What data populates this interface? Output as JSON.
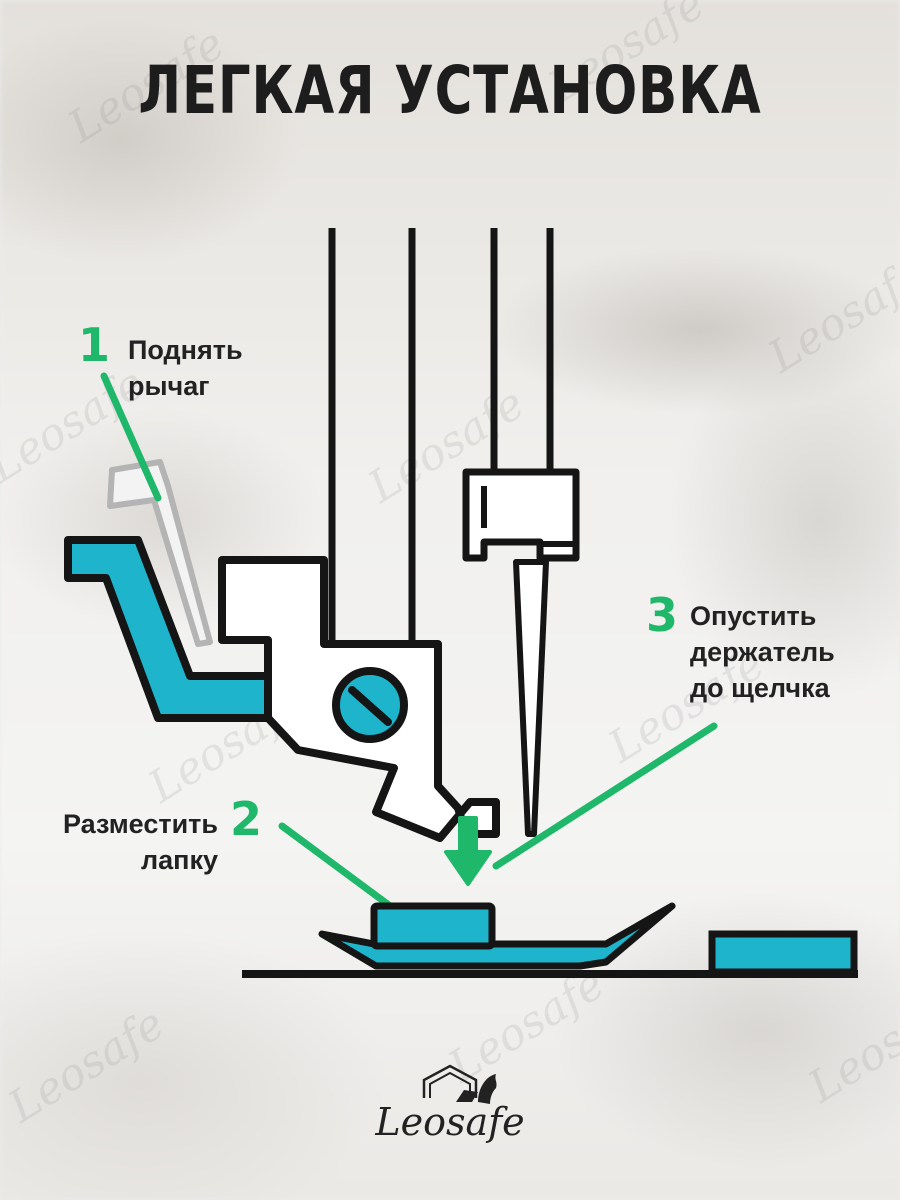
{
  "title": "ЛЕГКАЯ УСТАНОВКА",
  "steps": [
    {
      "number": "1",
      "line1": "Поднять",
      "line2": "рычаг"
    },
    {
      "number": "2",
      "line1": "Разместить",
      "line2": "лапку"
    },
    {
      "number": "3",
      "line1": "Опустить",
      "line2": "держатель",
      "line3": "до щелчка"
    }
  ],
  "brand": "Leosafe",
  "colors": {
    "accent_green": "#1fb86a",
    "part_cyan": "#1eb4cc",
    "outline": "#151515"
  },
  "icons": [
    "presser-foot-diagram",
    "needle-icon",
    "screw-icon",
    "down-arrow-icon",
    "lion-house-logo-icon"
  ]
}
